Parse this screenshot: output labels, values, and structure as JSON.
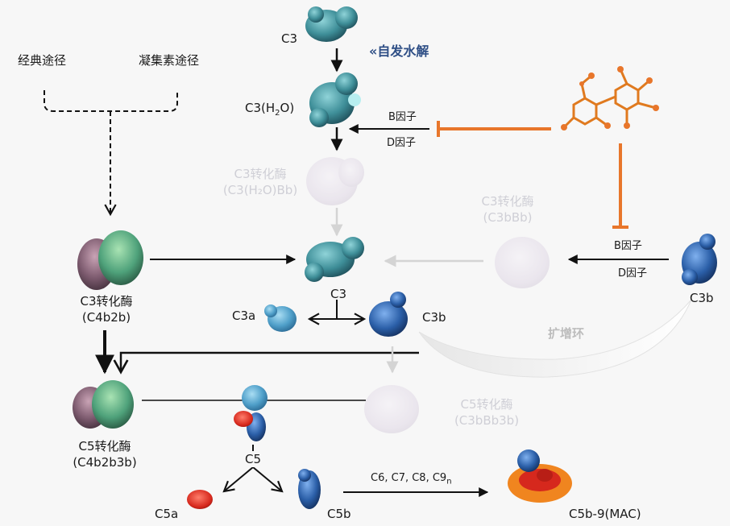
{
  "pathways": {
    "classical": "经典途径",
    "lectin": "凝集素途径"
  },
  "c3_top": "C3",
  "spontaneous_hydrolysis": "«自发水解",
  "c3h2o": {
    "prefix": "C3(H",
    "sub": "2",
    "suffix": "O)"
  },
  "factor_b": "B因子",
  "factor_d": "D因子",
  "fluid_convertase": {
    "line1": "C3转化酶",
    "line2": "(C3(H₂O)Bb)"
  },
  "c3bbb_convertase": {
    "line1": "C3转化酶",
    "line2": "(C3bBb)"
  },
  "factor_b_right": "B因子",
  "factor_d_right": "D因子",
  "c3_center": "C3",
  "c3a": "C3a",
  "c3b": "C3b",
  "c3b_right": "C3b",
  "amplification_loop": "扩增环",
  "c4b2b_convertase": {
    "line1": "C3转化酶",
    "line2": "(C4b2b)"
  },
  "c4b2b3b_convertase": {
    "line1": "C5转化酶",
    "line2": "(C4b2b3b)"
  },
  "c3bbb3b_convertase": {
    "line1": "C5转化酶",
    "line2": "(C3bBb3b)"
  },
  "c5": "C5",
  "c5a": "C5a",
  "c5b": "C5b",
  "terminal_components": {
    "main": "C6, C7, C8, C9",
    "sub": "n"
  },
  "mac": "C5b-9(MAC)",
  "colors": {
    "inhibitor": "#e8762b",
    "arrow": "#111111",
    "faded_arrow": "#d4d4d4",
    "protein_teal": "#3e8e98",
    "protein_blue": "#2b5fa8"
  }
}
